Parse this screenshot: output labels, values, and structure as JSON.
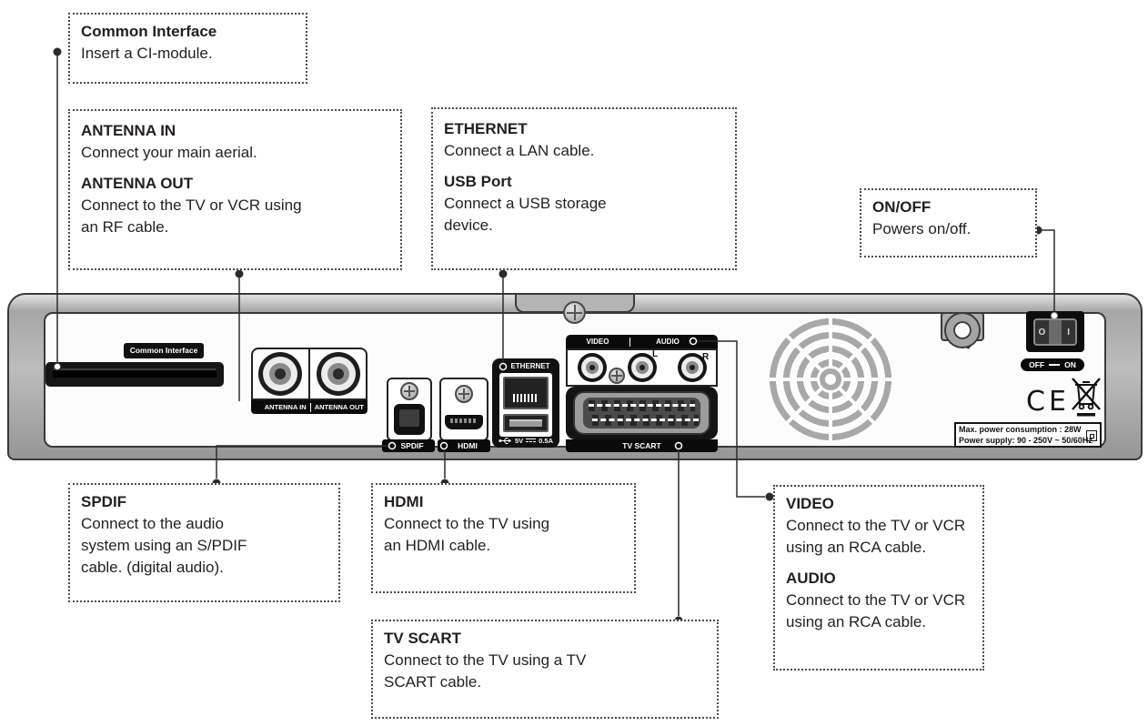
{
  "callouts": {
    "common_interface": {
      "title": "Common Interface",
      "desc": "Insert a CI-module."
    },
    "antenna": {
      "items": [
        {
          "title": "ANTENNA IN",
          "desc": "Connect your main aerial."
        },
        {
          "title": "ANTENNA OUT",
          "desc": "Connect to the TV or VCR using\nan RF cable."
        }
      ]
    },
    "ethernet": {
      "items": [
        {
          "title": "ETHERNET",
          "desc": "Connect a LAN cable."
        },
        {
          "title": "USB Port",
          "desc": "Connect a USB storage\ndevice."
        }
      ]
    },
    "onoff": {
      "title": "ON/OFF",
      "desc": "Powers on/off."
    },
    "spdif": {
      "title": "SPDIF",
      "desc": "Connect to the audio\nsystem using an S/PDIF\ncable. (digital audio)."
    },
    "hdmi": {
      "title": "HDMI",
      "desc": "Connect to the TV using\nan HDMI cable."
    },
    "tv_scart": {
      "title": "TV SCART",
      "desc": "Connect to the TV using a TV\nSCART cable."
    },
    "video_audio": {
      "items": [
        {
          "title": "VIDEO",
          "desc": "Connect to the TV or VCR\nusing an RCA cable."
        },
        {
          "title": "AUDIO",
          "desc": "Connect to the TV or VCR\nusing an RCA cable."
        }
      ]
    }
  },
  "device": {
    "ci_label": "Common Interface",
    "antenna_in_label": "ANTENNA IN",
    "antenna_out_label": "ANTENNA OUT",
    "spdif_label": "SPDIF",
    "hdmi_label": "HDMI",
    "ethernet_label": "ETHERNET",
    "usb_volt": "5V",
    "usb_amp": "0.5A",
    "video_label": "VIDEO",
    "audio_label": "AUDIO",
    "audio_l": "L",
    "audio_r": "R",
    "scart_label": "TV SCART",
    "switch_off_symbol": "O",
    "switch_on_symbol": "I",
    "offon_off": "OFF",
    "offon_on": "ON",
    "ce_mark": "CE",
    "power_line1": "Max. power consumption : 28W",
    "power_line2": "Power supply: 90 - 250V ~ 50/60Hz"
  },
  "colors": {
    "line": "#2b2b2b",
    "panel_black": "#0a0a0a",
    "chassis_gray": "#b4b4b4"
  }
}
